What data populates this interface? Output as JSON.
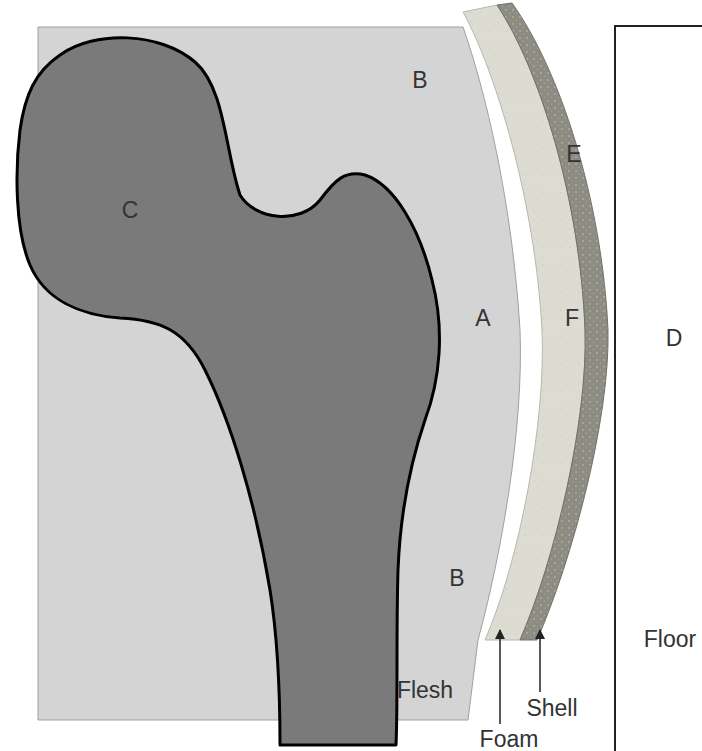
{
  "diagram": {
    "nodes": [
      {
        "text": [
          "D",
          "Floor"
        ]
      }
    ],
    "labels": [
      "B",
      "C",
      "A",
      "F",
      "E",
      "B",
      "Flesh",
      "Shell",
      "Foam"
    ]
  }
}
